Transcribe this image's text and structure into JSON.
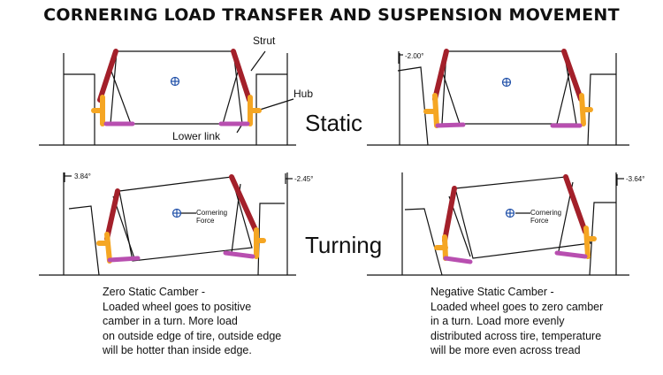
{
  "title": "CORNERING LOAD TRANSFER AND SUSPENSION MOVEMENT",
  "labels": {
    "static": "Static",
    "turning": "Turning",
    "strut": "Strut",
    "hub": "Hub",
    "lower_link": "Lower link",
    "cornering_force_line1": "Cornering",
    "cornering_force_line2": "Force"
  },
  "angles": {
    "static_right_left_wheel": "-2.00°",
    "turning_left_left_wheel": "3.84°",
    "turning_left_right_wheel": "-2.45°",
    "turning_right_right_wheel": "-3.64°"
  },
  "captions": {
    "left": "Zero Static Camber -\nLoaded wheel goes to positive\ncamber in a turn. More load\non outside edge of tire, outside edge\nwill be hotter than inside edge.",
    "right": "Negative Static Camber -\nLoaded wheel goes to zero camber\nin a turn. Load more evenly\ndistributed across tire, temperature\nwill be more even across tread"
  },
  "colors": {
    "strut": "#a3202a",
    "hub": "#f5a623",
    "lower_link": "#b84fb0",
    "center_mark": "#1f4fa8"
  }
}
